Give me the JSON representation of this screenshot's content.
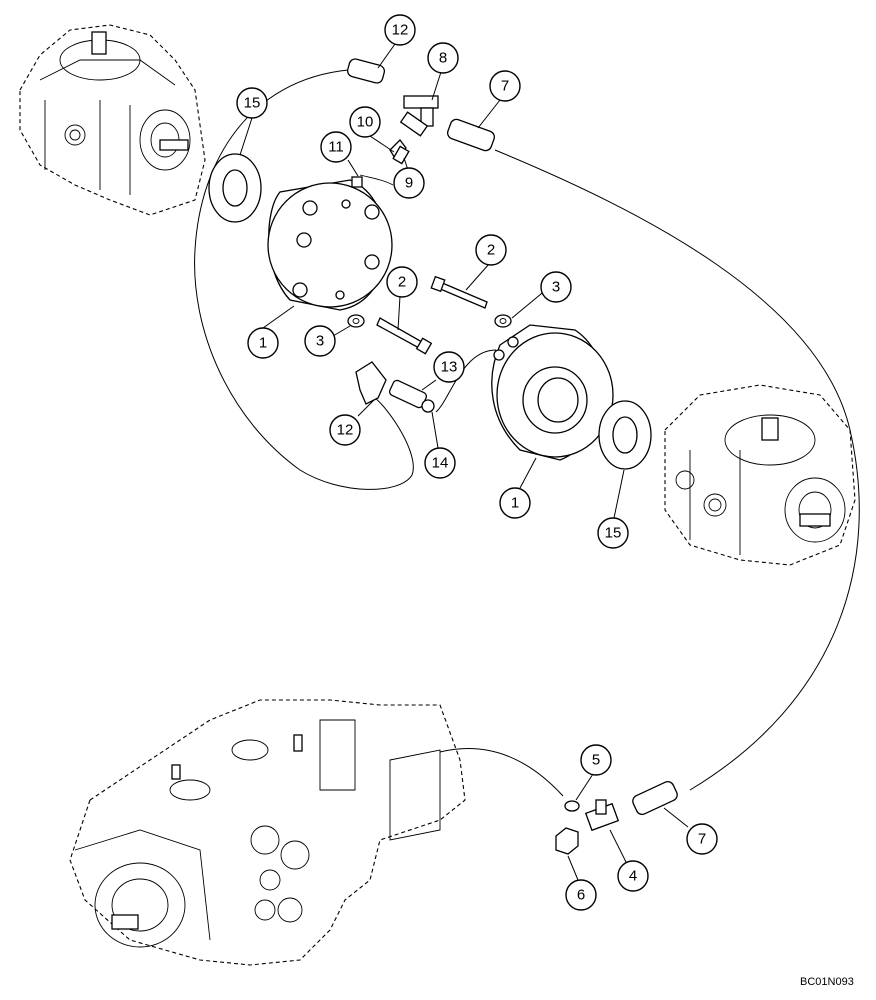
{
  "callouts": [
    {
      "label": "12"
    },
    {
      "label": "8"
    },
    {
      "label": "7"
    },
    {
      "label": "15"
    },
    {
      "label": "10"
    },
    {
      "label": "11"
    },
    {
      "label": "9"
    },
    {
      "label": "2"
    },
    {
      "label": "3"
    },
    {
      "label": "2"
    },
    {
      "label": "1"
    },
    {
      "label": "3"
    },
    {
      "label": "13"
    },
    {
      "label": "12"
    },
    {
      "label": "14"
    },
    {
      "label": "1"
    },
    {
      "label": "15"
    },
    {
      "label": "5"
    },
    {
      "label": "7"
    },
    {
      "label": "4"
    },
    {
      "label": "6"
    }
  ],
  "drawing_code": "BC01N093"
}
